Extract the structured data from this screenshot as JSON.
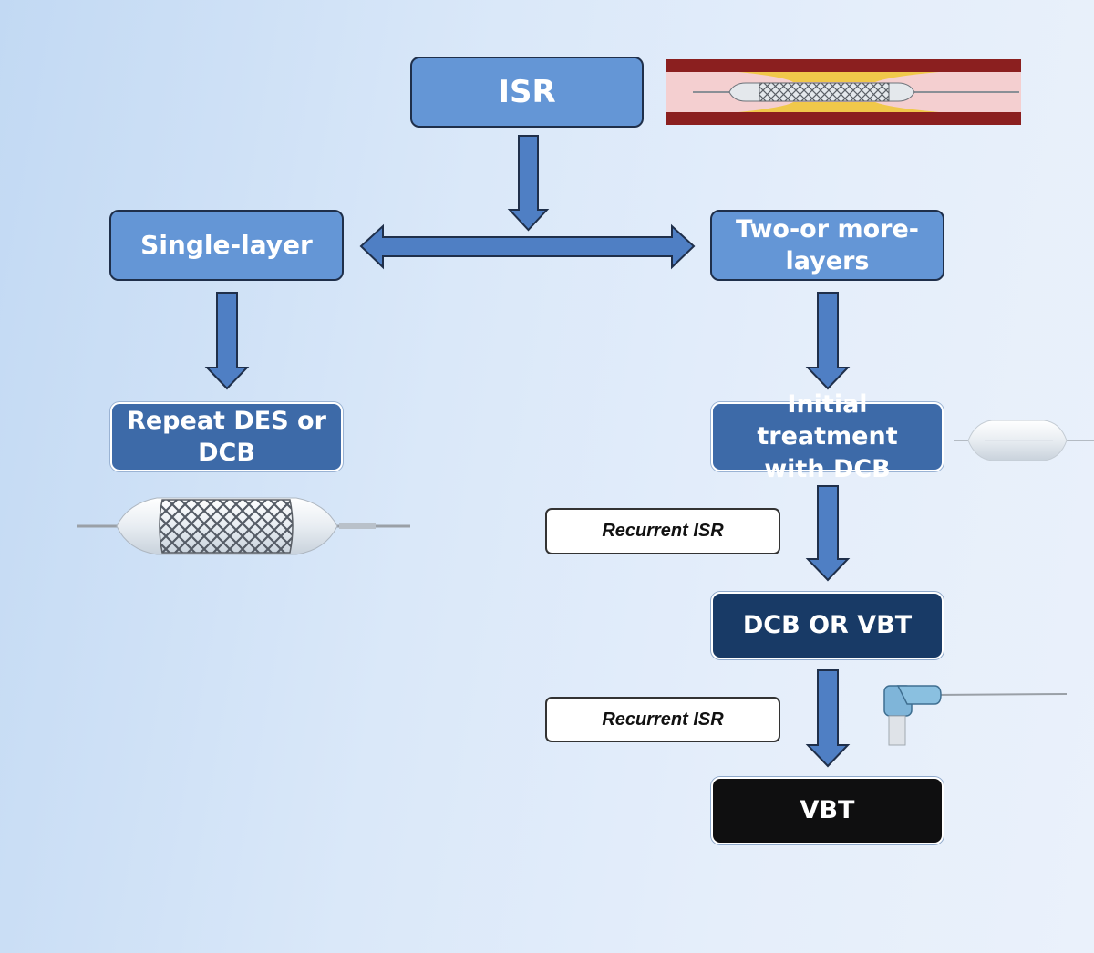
{
  "nodes": {
    "isr": "ISR",
    "single_layer": "Single-layer",
    "two_or_more_line1": "Two-or more-",
    "two_or_more_line2": "layers",
    "repeat_line1": "Repeat DES or",
    "repeat_line2": "DCB",
    "initial_line1": "Initial treatment",
    "initial_line2": "with DCB",
    "dcb_or_vbt": "DCB OR VBT",
    "vbt": "VBT"
  },
  "labels": {
    "recurrent_isr_1": "Recurrent ISR",
    "recurrent_isr_2": "Recurrent ISR"
  },
  "colors": {
    "light_box": "#6496d6",
    "mid_box": "#3d6aa8",
    "dark_box": "#183a66",
    "black_box": "#0f0f10",
    "arrow_fill": "#4f7fc4",
    "vessel_wall": "#8b1f1f"
  },
  "illustrations": {
    "vessel": "stented-vessel-illustration",
    "stent_balloon": "stent-on-balloon-illustration",
    "dcb_balloon": "drug-coated-balloon-illustration",
    "vbt_catheter": "brachytherapy-catheter-illustration"
  }
}
